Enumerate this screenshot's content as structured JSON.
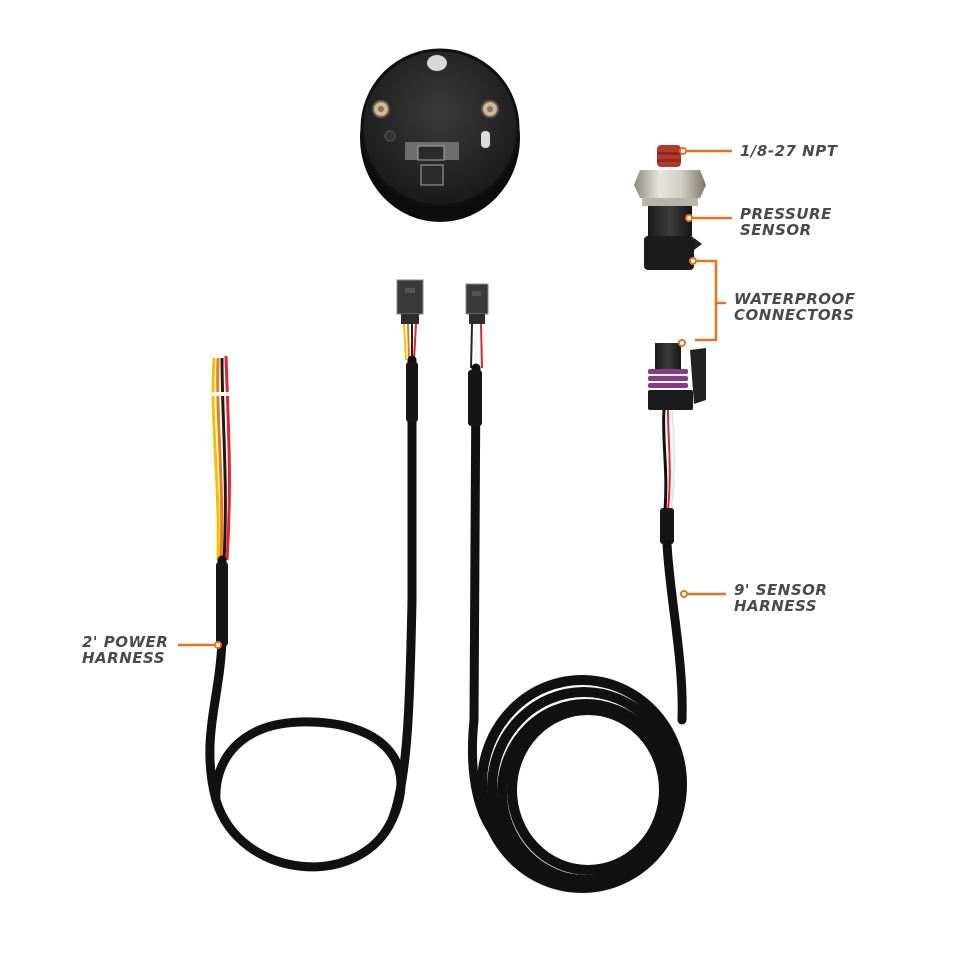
{
  "colors": {
    "background": "#ffffff",
    "callout_orange": "#e8731f",
    "label_text": "#4a4a4a",
    "cable_black": "#111111",
    "wire_red": "#e8232a",
    "wire_yellow": "#f2c200",
    "wire_orange": "#f07a1a",
    "wire_white": "#f4f4f4",
    "seal_purple": "#8a3a8c",
    "fitting_red": "#b3382c"
  },
  "callouts": {
    "npt": {
      "line1": "1/8-27 NPT"
    },
    "pressure_sensor": {
      "line1": "PRESSURE",
      "line2": "SENSOR"
    },
    "waterproof_connectors": {
      "line1": "WATERPROOF",
      "line2": "CONNECTORS"
    },
    "sensor_harness": {
      "line1": "9' SENSOR",
      "line2": "HARNESS"
    },
    "power_harness": {
      "line1": "2' POWER",
      "line2": "HARNESS"
    }
  },
  "components": [
    {
      "id": "gauge-back",
      "icon": "gauge-icon"
    },
    {
      "id": "pressure-sensor",
      "icon": "sensor-icon"
    },
    {
      "id": "power-harness-connector",
      "icon": "connector-icon"
    },
    {
      "id": "sensor-harness-connector",
      "icon": "connector-icon"
    },
    {
      "id": "waterproof-connector",
      "icon": "waterproof-plug-icon"
    }
  ]
}
